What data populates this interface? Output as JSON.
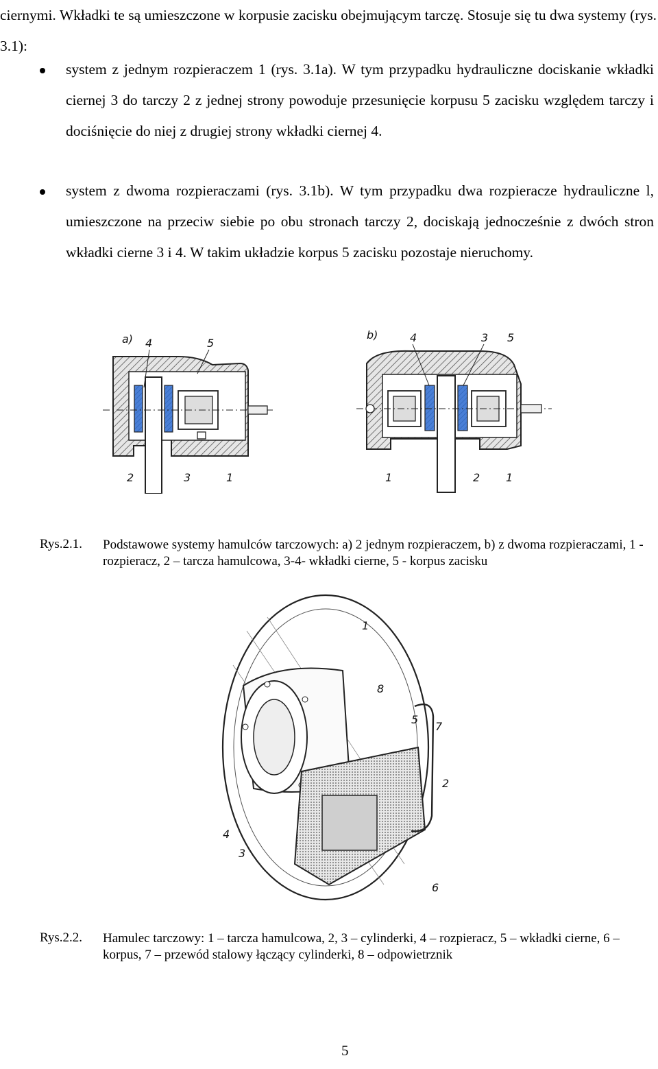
{
  "intro_text": "ciernymi. Wkładki te są umieszczone w korpusie zacisku obejmującym tarczę. Stosuje się tu dwa systemy (rys. 3.1):",
  "bullets": [
    "system z jednym rozpieraczem 1 (rys. 3.1a). W tym przypadku hydrauliczne dociskanie wkładki ciernej 3 do tarczy 2 z jednej strony powoduje przesunięcie korpusu 5 zacisku względem tarczy i dociśnięcie do niej z drugiej strony wkładki ciernej 4.",
    "system z dwoma rozpieraczami (rys. 3.1b). W tym przypadku dwa rozpieracze hydrauliczne l, umieszczone na przeciw siebie po obu stronach tarczy 2, dociskają jednocześnie z dwóch stron wkładki cierne 3 i 4. W takim układzie korpus 5 zacisku pozostaje nieruchomy."
  ],
  "figure1": {
    "panel_a": {
      "tag": "a)",
      "labels": [
        "4",
        "5",
        "2",
        "3",
        "1"
      ]
    },
    "panel_b": {
      "tag": "b)",
      "labels": [
        "4",
        "3",
        "5",
        "1",
        "2",
        "1"
      ]
    }
  },
  "caption1": {
    "label": "Rys.2.1.",
    "text": "Podstawowe systemy hamulców tarczowych: a) 2 jednym rozpieraczem, b) z dwoma rozpieraczami, 1 - rozpieracz, 2 – tarcza hamulcowa, 3-4- wkładki cierne, 5 - korpus zacisku"
  },
  "figure2": {
    "labels": [
      "1",
      "8",
      "5",
      "7",
      "2",
      "4",
      "3",
      "6"
    ]
  },
  "caption2": {
    "label": "Rys.2.2.",
    "text": "Hamulec tarczowy: 1 – tarcza hamulcowa, 2, 3 – cylinderki, 4 – rozpieracz, 5 – wkładki cierne, 6 – korpus, 7 – przewód stalowy łączący cylinderki, 8 – odpowietrznik"
  },
  "page_number": "5",
  "colors": {
    "text": "#000000",
    "pad_blue": "#4a7fd6",
    "housing_hatch": "#444444"
  }
}
